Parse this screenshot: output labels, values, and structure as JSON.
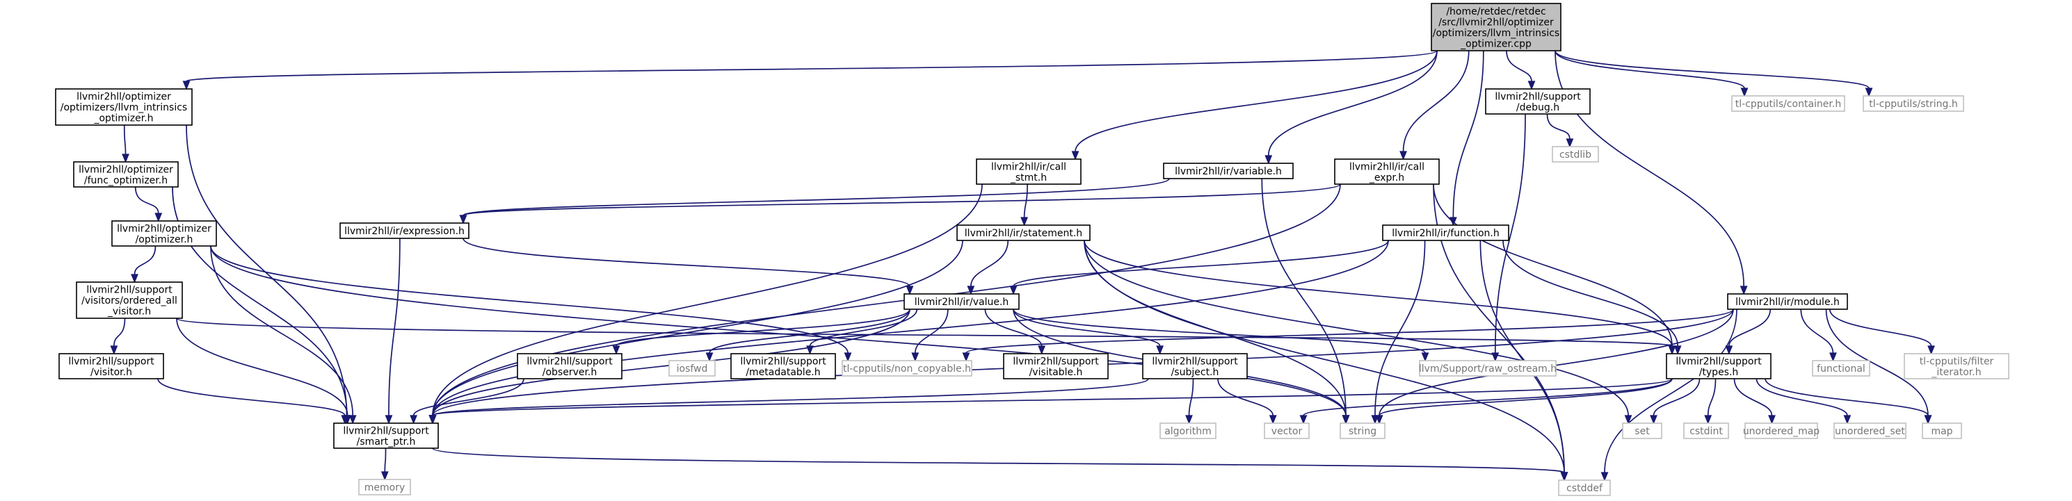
{
  "title": "/home/retdec/retdec/src/llvmir2hll/optimizer/optimizers/llvm_intrinsics_optimizer.cpp",
  "colors": {
    "edge": "#191970",
    "external_border": "#bfbfbf",
    "root_fill": "#bfbfbf",
    "external_text": "#757575"
  },
  "nodes": {
    "root": {
      "lines": [
        "/home/retdec/retdec",
        "/src/llvmir2hll/optimizer",
        "/optimizers/llvm_intrinsics",
        "_optimizer.cpp"
      ],
      "kind": "root"
    },
    "intrinsics_h": {
      "lines": [
        "llvmir2hll/optimizer",
        "/optimizers/llvm_intrinsics",
        "_optimizer.h"
      ],
      "kind": "local"
    },
    "func_optimizer": {
      "lines": [
        "llvmir2hll/optimizer",
        "/func_optimizer.h"
      ],
      "kind": "local"
    },
    "optimizer_h": {
      "lines": [
        "llvmir2hll/optimizer",
        "/optimizer.h"
      ],
      "kind": "local"
    },
    "ordered_all": {
      "lines": [
        "llvmir2hll/support",
        "/visitors/ordered_all",
        "_visitor.h"
      ],
      "kind": "local"
    },
    "visitor_h": {
      "lines": [
        "llvmir2hll/support",
        "/visitor.h"
      ],
      "kind": "local"
    },
    "smart_ptr": {
      "lines": [
        "llvmir2hll/support",
        "/smart_ptr.h"
      ],
      "kind": "local"
    },
    "memory": {
      "lines": [
        "memory"
      ],
      "kind": "external"
    },
    "expression_h": {
      "lines": [
        "llvmir2hll/ir/expression.h"
      ],
      "kind": "local"
    },
    "call_stmt": {
      "lines": [
        "llvmir2hll/ir/call",
        "_stmt.h"
      ],
      "kind": "local"
    },
    "statement_h": {
      "lines": [
        "llvmir2hll/ir/statement.h"
      ],
      "kind": "local"
    },
    "variable_h": {
      "lines": [
        "llvmir2hll/ir/variable.h"
      ],
      "kind": "local"
    },
    "call_expr": {
      "lines": [
        "llvmir2hll/ir/call",
        "_expr.h"
      ],
      "kind": "local"
    },
    "function_h": {
      "lines": [
        "llvmir2hll/ir/function.h"
      ],
      "kind": "local"
    },
    "debug_h": {
      "lines": [
        "llvmir2hll/support",
        "/debug.h"
      ],
      "kind": "local"
    },
    "cstdlib": {
      "lines": [
        "cstdlib"
      ],
      "kind": "external"
    },
    "value_h": {
      "lines": [
        "llvmir2hll/ir/value.h"
      ],
      "kind": "local"
    },
    "observer_h": {
      "lines": [
        "llvmir2hll/support",
        "/observer.h"
      ],
      "kind": "local"
    },
    "iosfwd": {
      "lines": [
        "iosfwd"
      ],
      "kind": "external"
    },
    "metadatable": {
      "lines": [
        "llvmir2hll/support",
        "/metadatable.h"
      ],
      "kind": "local"
    },
    "non_copyable": {
      "lines": [
        "tl-cpputils/non_copyable.h"
      ],
      "kind": "external"
    },
    "visitable_h": {
      "lines": [
        "llvmir2hll/support",
        "/visitable.h"
      ],
      "kind": "local"
    },
    "subject_h": {
      "lines": [
        "llvmir2hll/support",
        "/subject.h"
      ],
      "kind": "local"
    },
    "algorithm": {
      "lines": [
        "algorithm"
      ],
      "kind": "external"
    },
    "vector": {
      "lines": [
        "vector"
      ],
      "kind": "external"
    },
    "string": {
      "lines": [
        "string"
      ],
      "kind": "external"
    },
    "raw_ostream": {
      "lines": [
        "llvm/Support/raw_ostream.h"
      ],
      "kind": "external"
    },
    "types_h": {
      "lines": [
        "llvmir2hll/support",
        "/types.h"
      ],
      "kind": "local"
    },
    "set": {
      "lines": [
        "set"
      ],
      "kind": "external"
    },
    "cstdint": {
      "lines": [
        "cstdint"
      ],
      "kind": "external"
    },
    "unordered_map": {
      "lines": [
        "unordered_map"
      ],
      "kind": "external"
    },
    "unordered_set": {
      "lines": [
        "unordered_set"
      ],
      "kind": "external"
    },
    "map": {
      "lines": [
        "map"
      ],
      "kind": "external"
    },
    "module_h": {
      "lines": [
        "llvmir2hll/ir/module.h"
      ],
      "kind": "local"
    },
    "functional": {
      "lines": [
        "functional"
      ],
      "kind": "external"
    },
    "filter_iterator": {
      "lines": [
        "tl-cpputils/filter",
        "_iterator.h"
      ],
      "kind": "external"
    },
    "container_h": {
      "lines": [
        "tl-cpputils/container.h"
      ],
      "kind": "external"
    },
    "string_h": {
      "lines": [
        "tl-cpputils/string.h"
      ],
      "kind": "external"
    },
    "cstddef": {
      "lines": [
        "cstddef"
      ],
      "kind": "external"
    }
  },
  "edges": [
    [
      "root",
      "intrinsics_h"
    ],
    [
      "root",
      "call_stmt"
    ],
    [
      "root",
      "variable_h"
    ],
    [
      "root",
      "call_expr"
    ],
    [
      "root",
      "function_h"
    ],
    [
      "root",
      "debug_h"
    ],
    [
      "root",
      "module_h"
    ],
    [
      "root",
      "container_h"
    ],
    [
      "root",
      "string_h"
    ],
    [
      "intrinsics_h",
      "func_optimizer"
    ],
    [
      "intrinsics_h",
      "smart_ptr"
    ],
    [
      "func_optimizer",
      "optimizer_h"
    ],
    [
      "func_optimizer",
      "smart_ptr"
    ],
    [
      "optimizer_h",
      "ordered_all"
    ],
    [
      "optimizer_h",
      "smart_ptr"
    ],
    [
      "optimizer_h",
      "non_copyable"
    ],
    [
      "optimizer_h",
      "string"
    ],
    [
      "ordered_all",
      "visitor_h"
    ],
    [
      "ordered_all",
      "smart_ptr"
    ],
    [
      "ordered_all",
      "types_h"
    ],
    [
      "visitor_h",
      "smart_ptr"
    ],
    [
      "smart_ptr",
      "memory"
    ],
    [
      "smart_ptr",
      "cstddef"
    ],
    [
      "call_stmt",
      "statement_h"
    ],
    [
      "call_stmt",
      "smart_ptr"
    ],
    [
      "variable_h",
      "expression_h"
    ],
    [
      "variable_h",
      "string"
    ],
    [
      "call_expr",
      "expression_h"
    ],
    [
      "call_expr",
      "smart_ptr"
    ],
    [
      "call_expr",
      "types_h"
    ],
    [
      "call_expr",
      "cstddef"
    ],
    [
      "expression_h",
      "value_h"
    ],
    [
      "expression_h",
      "smart_ptr"
    ],
    [
      "statement_h",
      "value_h"
    ],
    [
      "statement_h",
      "smart_ptr"
    ],
    [
      "statement_h",
      "string"
    ],
    [
      "statement_h",
      "set"
    ],
    [
      "statement_h",
      "types_h"
    ],
    [
      "statement_h",
      "cstddef"
    ],
    [
      "function_h",
      "value_h"
    ],
    [
      "function_h",
      "smart_ptr"
    ],
    [
      "function_h",
      "string"
    ],
    [
      "function_h",
      "types_h"
    ],
    [
      "function_h",
      "cstddef"
    ],
    [
      "debug_h",
      "cstdlib"
    ],
    [
      "debug_h",
      "raw_ostream"
    ],
    [
      "value_h",
      "observer_h"
    ],
    [
      "value_h",
      "iosfwd"
    ],
    [
      "value_h",
      "metadatable"
    ],
    [
      "value_h",
      "non_copyable"
    ],
    [
      "value_h",
      "visitable_h"
    ],
    [
      "value_h",
      "subject_h"
    ],
    [
      "value_h",
      "smart_ptr"
    ],
    [
      "value_h",
      "string"
    ],
    [
      "value_h",
      "raw_ostream"
    ],
    [
      "observer_h",
      "smart_ptr"
    ],
    [
      "subject_h",
      "smart_ptr"
    ],
    [
      "subject_h",
      "algorithm"
    ],
    [
      "subject_h",
      "vector"
    ],
    [
      "types_h",
      "smart_ptr"
    ],
    [
      "types_h",
      "string"
    ],
    [
      "types_h",
      "vector"
    ],
    [
      "types_h",
      "set"
    ],
    [
      "types_h",
      "cstdint"
    ],
    [
      "types_h",
      "unordered_map"
    ],
    [
      "types_h",
      "unordered_set"
    ],
    [
      "types_h",
      "map"
    ],
    [
      "module_h",
      "types_h"
    ],
    [
      "module_h",
      "smart_ptr"
    ],
    [
      "module_h",
      "non_copyable"
    ],
    [
      "module_h",
      "string"
    ],
    [
      "module_h",
      "map"
    ],
    [
      "module_h",
      "functional"
    ],
    [
      "module_h",
      "filter_iterator"
    ],
    [
      "module_h",
      "cstddef"
    ]
  ]
}
